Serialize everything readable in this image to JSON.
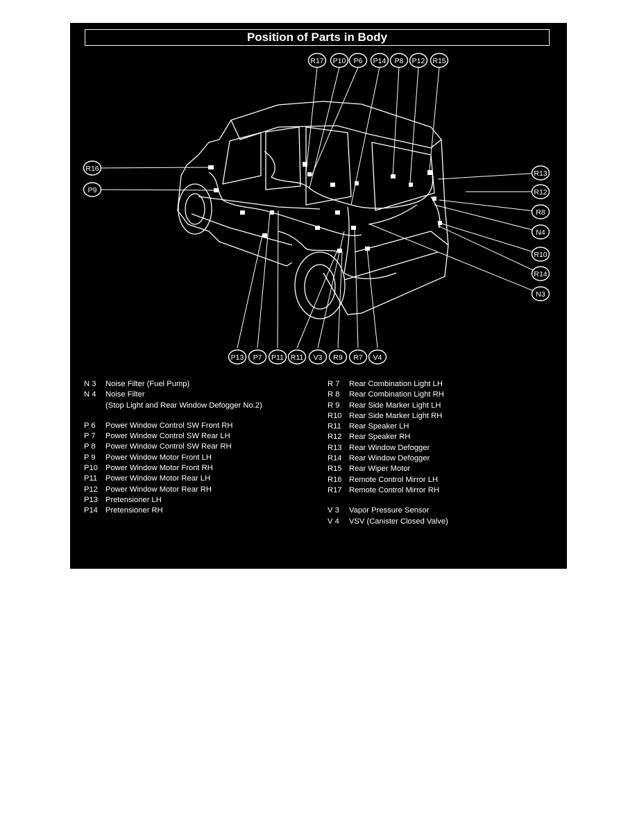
{
  "title": "Position of Parts in Body",
  "callouts": {
    "top": [
      "R17",
      "P10",
      "P6",
      "P14",
      "P8",
      "P12",
      "R15"
    ],
    "left": [
      "R16",
      "P9"
    ],
    "right": [
      "R13",
      "R12",
      "R8",
      "N4",
      "R10",
      "R14",
      "N3"
    ],
    "bottom": [
      "P13",
      "P7",
      "P11",
      "R11",
      "V3",
      "R9",
      "R7",
      "V4"
    ]
  },
  "legend_left": [
    {
      "code": "N 3",
      "desc": "Noise Filter (Fuel Pump)"
    },
    {
      "code": "N 4",
      "desc": "Noise Filter"
    },
    {
      "code": "",
      "desc": "(Stop Light and Rear Window Defogger No.2)"
    },
    {
      "code": "P 6",
      "desc": "Power Window Control SW Front RH"
    },
    {
      "code": "P 7",
      "desc": "Power Window Control SW Rear LH"
    },
    {
      "code": "P 8",
      "desc": "Power Window Control SW Rear RH"
    },
    {
      "code": "P 9",
      "desc": "Power Window Motor Front LH"
    },
    {
      "code": "P10",
      "desc": "Power Window Motor Front RH"
    },
    {
      "code": "P11",
      "desc": "Power Window Motor Rear LH"
    },
    {
      "code": "P12",
      "desc": "Power Window Motor Rear RH"
    },
    {
      "code": "P13",
      "desc": "Pretensioner LH"
    },
    {
      "code": "P14",
      "desc": "Pretensioner RH"
    }
  ],
  "legend_right": [
    {
      "code": "R 7",
      "desc": "Rear Combination Light LH"
    },
    {
      "code": "R 8",
      "desc": "Rear Combination Light RH"
    },
    {
      "code": "R 9",
      "desc": "Rear Side Marker Light LH"
    },
    {
      "code": "R10",
      "desc": "Rear Side Marker Light RH"
    },
    {
      "code": "R11",
      "desc": "Rear Speaker LH"
    },
    {
      "code": "R12",
      "desc": "Rear Speaker RH"
    },
    {
      "code": "R13",
      "desc": "Rear Window Defogger"
    },
    {
      "code": "R14",
      "desc": "Rear Window Defogger"
    },
    {
      "code": "R15",
      "desc": "Rear Wiper Motor"
    },
    {
      "code": "R16",
      "desc": "Remote Control Mirror LH"
    },
    {
      "code": "R17",
      "desc": "Remote Control Mirror RH"
    },
    {
      "code": "V 3",
      "desc": "Vapor Pressure Sensor"
    },
    {
      "code": "V 4",
      "desc": "VSV (Canister Closed Valve)"
    }
  ]
}
